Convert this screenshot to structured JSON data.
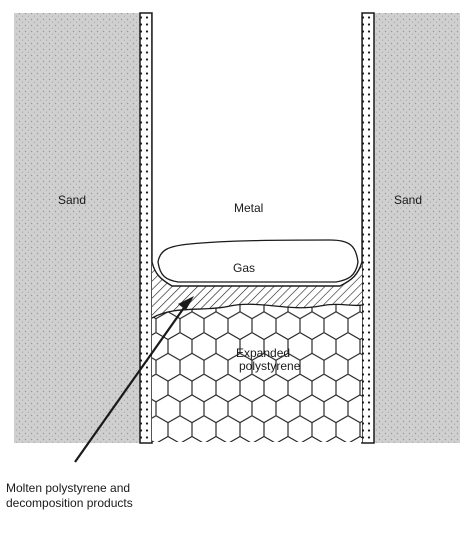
{
  "labels": {
    "sand_left": "Sand",
    "sand_right": "Sand",
    "metal": "Metal",
    "gas": "Gas",
    "expanded_line1": "Expanded",
    "expanded_line2": "polystyrene",
    "molten_line1": "Molten polystyrene and",
    "molten_line2": "decomposition products"
  },
  "colors": {
    "ink": "#1a1a1a",
    "sand": "#cfcfcf",
    "background": "#ffffff"
  },
  "icons": {
    "pointer": "arrow-icon"
  }
}
